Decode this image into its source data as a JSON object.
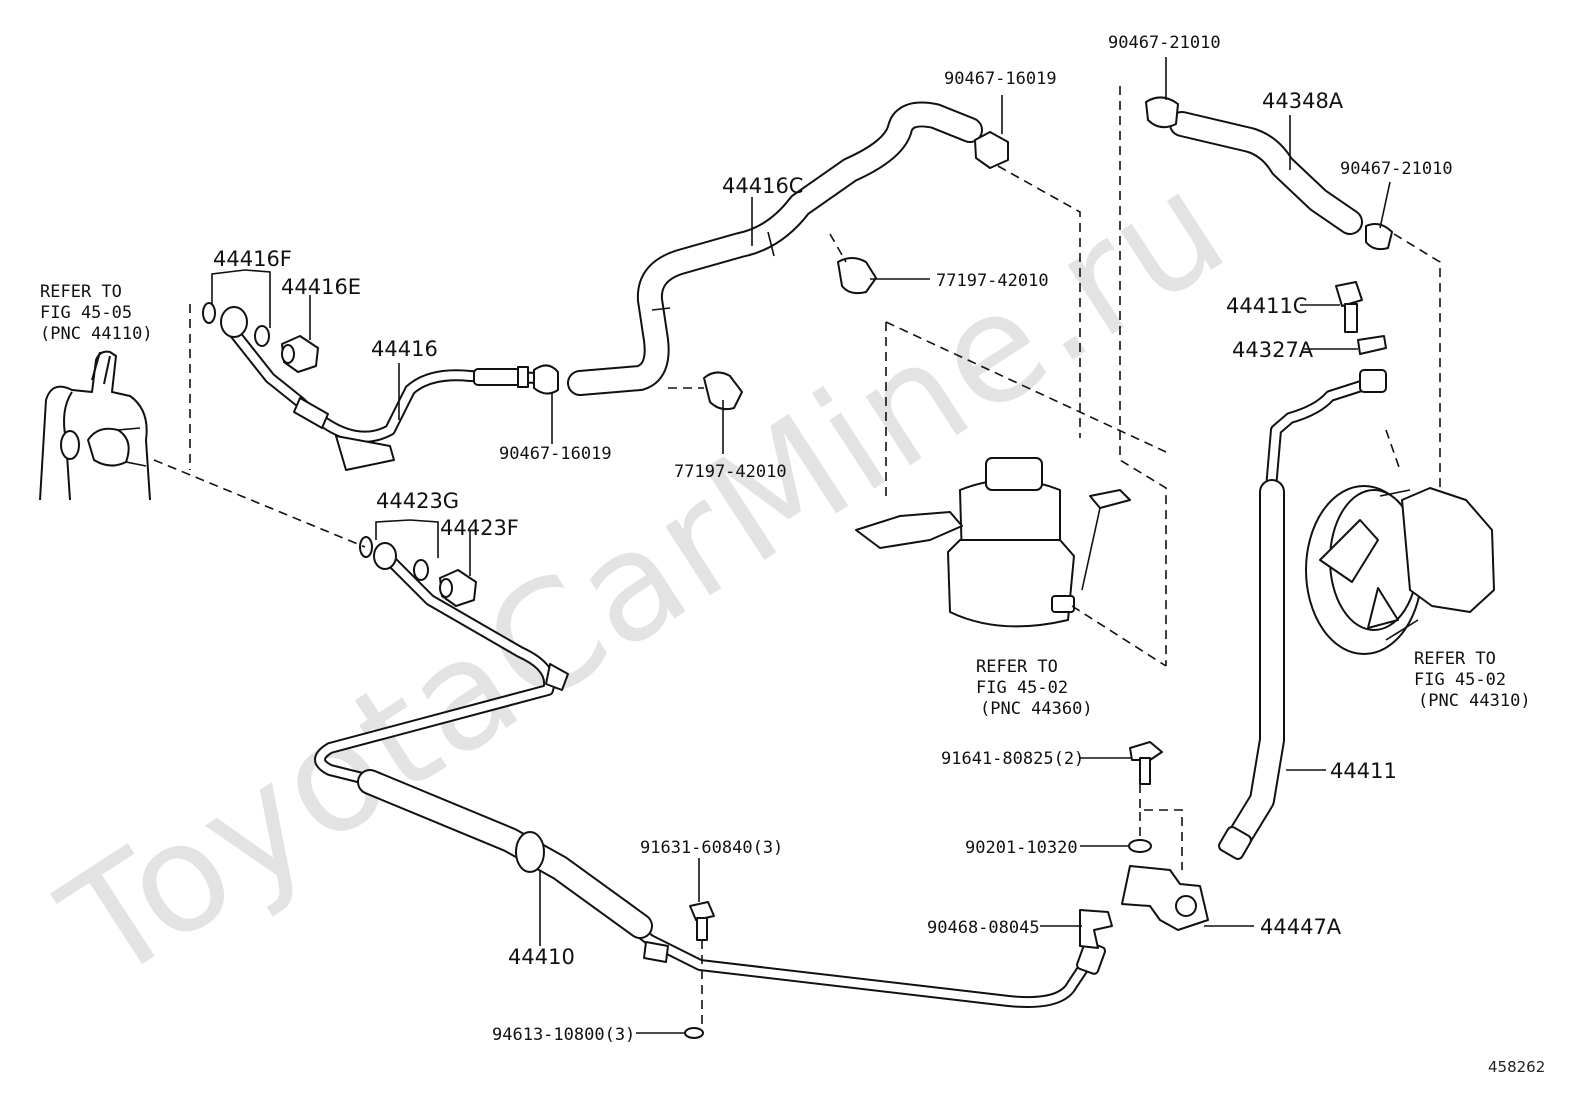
{
  "watermark": "ToyotaCarMine.ru",
  "diagram_id": "458262",
  "labels": {
    "p90467_21010_top": "90467-21010",
    "p90467_16019_top": "90467-16019",
    "p44348A": "44348A",
    "p90467_21010_right": "90467-21010",
    "p44416C": "44416C",
    "p77197_42010_right": "77197-42010",
    "p44416F": "44416F",
    "p44416E": "44416E",
    "p44416": "44416",
    "p90467_16019_bottom": "90467-16019",
    "p77197_42010_bottom": "77197-42010",
    "p44411C": "44411C",
    "p44327A": "44327A",
    "p44423G": "44423G",
    "p44423F": "44423F",
    "p91641_80825": "91641-80825(2)",
    "p44411": "44411",
    "p90201_10320": "90201-10320",
    "p91631_60840": "91631-60840(3)",
    "p90468_08045": "90468-08045",
    "p44447A": "44447A",
    "p44410": "44410",
    "p94613_10800": "94613-10800(3)"
  },
  "refs": {
    "gear": {
      "line1": "REFER TO",
      "line2": "FIG 45-05",
      "line3": "(PNC 44110)"
    },
    "reservoir": {
      "line1": "REFER TO",
      "line2": "FIG 45-02",
      "line3": "(PNC 44360)"
    },
    "pump": {
      "line1": "REFER TO",
      "line2": "FIG 45-02",
      "line3": "(PNC 44310)"
    }
  }
}
